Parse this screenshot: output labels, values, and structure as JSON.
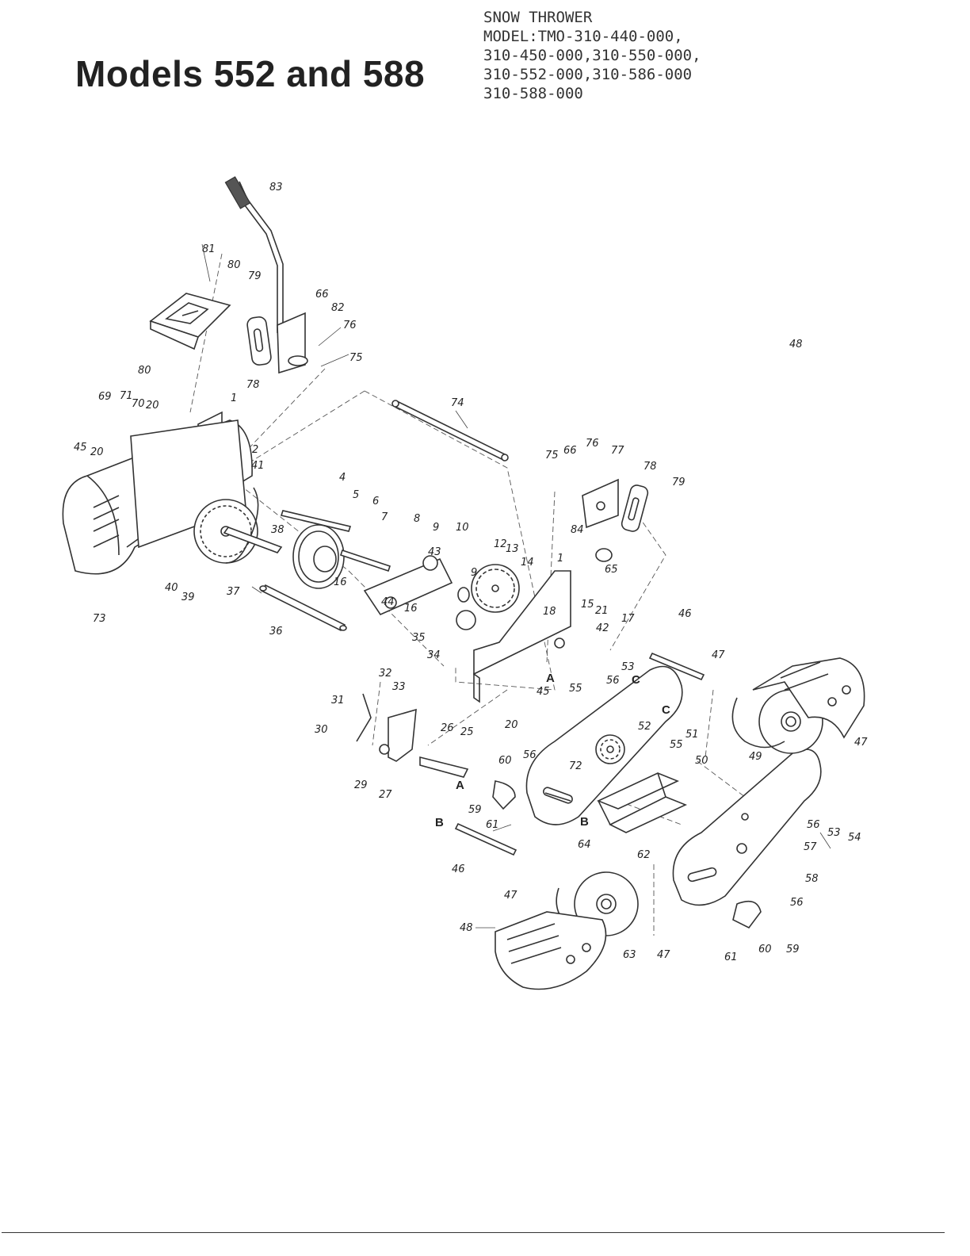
{
  "header": {
    "title": "Models 552 and 588",
    "model_info": [
      "SNOW THROWER",
      "MODEL:TMO-310-440-000,",
      "310-450-000,310-550-000,",
      "310-552-000,310-586-000",
      "310-588-000"
    ]
  },
  "callouts": [
    "83",
    "81",
    "80",
    "79",
    "66",
    "82",
    "76",
    "75",
    "78",
    "80",
    "69",
    "71",
    "70",
    "20",
    "1",
    "45",
    "20",
    "2",
    "41",
    "73",
    "74",
    "4",
    "5",
    "6",
    "7",
    "8",
    "9",
    "10",
    "38",
    "43",
    "40",
    "39",
    "37",
    "16",
    "44",
    "16",
    "9",
    "12",
    "13",
    "14",
    "36",
    "35",
    "34",
    "1",
    "18",
    "15",
    "21",
    "17",
    "42",
    "75",
    "66",
    "76",
    "77",
    "78",
    "79",
    "84",
    "65",
    "48",
    "46",
    "47",
    "53",
    "56",
    "51",
    "50",
    "49",
    "47",
    "32",
    "33",
    "31",
    "30",
    "29",
    "27",
    "26",
    "25",
    "60",
    "59",
    "61",
    "45",
    "20",
    "55",
    "52",
    "72",
    "55",
    "56",
    "64",
    "62",
    "57",
    "56",
    "53",
    "54",
    "58",
    "56",
    "60",
    "59",
    "61",
    "46",
    "47",
    "48",
    "63",
    "47"
  ],
  "reference_letters": [
    "A",
    "A",
    "B",
    "B",
    "C",
    "C"
  ]
}
